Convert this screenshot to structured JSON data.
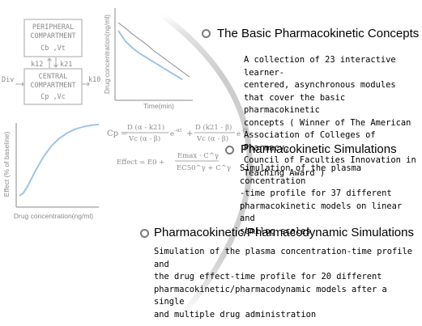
{
  "compartment_diagram": {
    "peripheral_title": "PERIPHERAL\nCOMPARTMENT",
    "peripheral_params": "Cb ,Vt",
    "central_title": "CENTRAL\nCOMPARTMENT",
    "central_params": "Cp ,Vc",
    "k12": "k12",
    "k21": "k21",
    "dose_input": "Div",
    "elimination": "k10"
  },
  "pk_chart": {
    "ylabel": "Drug concentration(ng/ml)",
    "xlabel": "Time(min)",
    "chart_data": {
      "type": "line",
      "title": "",
      "xlabel": "Time(min)",
      "ylabel": "Drug concentration(ng/ml)",
      "xlim": [
        0,
        10
      ],
      "ylim": [
        0,
        10
      ],
      "grid": false,
      "series": [
        {
          "x": [
            0,
            1,
            2,
            3,
            4,
            5,
            6,
            7,
            8,
            9,
            10
          ],
          "values": [
            8.5,
            7.9,
            7.2,
            6.6,
            6.0,
            5.3,
            4.7,
            4.1,
            3.5,
            2.9,
            2.3
          ],
          "color": "#999999"
        },
        {
          "x": [
            0,
            1,
            2,
            3,
            4,
            5,
            6,
            7,
            8,
            9
          ],
          "values": [
            7.6,
            6.4,
            5.6,
            5.0,
            4.5,
            4.0,
            3.5,
            3.0,
            2.5,
            2.0
          ],
          "color": "#9fc5e6"
        }
      ]
    }
  },
  "pd_chart": {
    "ylabel": "Effect (% of baseline)",
    "xlabel": "Drug concentration(ng/ml)",
    "chart_data": {
      "type": "line",
      "title": "",
      "xlabel": "Drug concentration(ng/ml)",
      "ylabel": "Effect (% of baseline)",
      "xlim": [
        0,
        10
      ],
      "ylim": [
        0,
        10
      ],
      "grid": false,
      "series": [
        {
          "x": [
            0,
            0.5,
            1,
            2,
            3,
            4,
            5,
            6,
            7,
            8,
            9,
            10
          ],
          "values": [
            0.6,
            1.0,
            1.8,
            3.8,
            5.6,
            7.0,
            8.0,
            8.7,
            9.2,
            9.5,
            9.7,
            9.8
          ],
          "color": "#9fc5e6"
        }
      ]
    }
  },
  "equations": {
    "cp_lhs": "Cp =",
    "cp_num1": "D (α - k21)",
    "cp_den1": "Vc (α - β)",
    "cp_exp1": "e",
    "cp_exp1_sup": "-αt",
    "cp_plus": "+",
    "cp_num2": "D (k21 - β)",
    "cp_den2": "Vc (α - β)",
    "cp_exp2": "e",
    "cp_exp2_sup": "-βt",
    "effect_lhs": "Effect = E0 +",
    "effect_num": "Emax · C^γ",
    "effect_den": "EC50^γ + C^γ"
  },
  "sections": [
    {
      "title": "The Basic Pharmacokinetic Concepts",
      "description": "A collection of 23 interactive learner-\ncentered, asynchronous modules\nthat cover the basic pharmacokinetic\nconcepts ( Winner of The American\nAssociation of Colleges of Pharmacy,\nCouncil of Faculties Innovation in\nTeaching Award )"
    },
    {
      "title": "Pharmacokinetic Simulations",
      "description": "Simulation of the plasma concentration\n-time profile for 37 different\npharmacokinetic models on linear and\nsemilog scales"
    },
    {
      "title": "Pharmacokinetic/Pharmacodynamic Simulations",
      "description": "Simulation of the plasma concentration-time profile and\nthe drug effect-time profile for 20 different\npharmacokinetic/pharmacodynamic models after a single\nand multiple drug administration"
    }
  ]
}
